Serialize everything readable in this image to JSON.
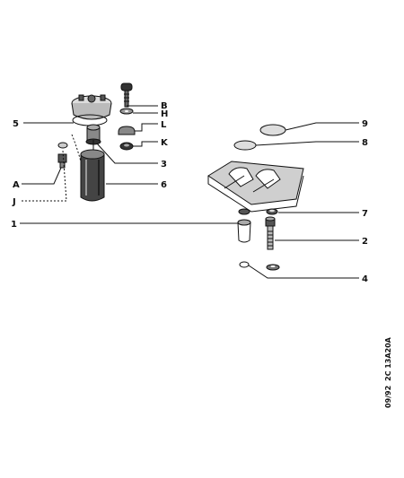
{
  "callouts": {
    "B": "B",
    "H": "H",
    "L": "L",
    "K": "K",
    "n3": "3",
    "n6": "6",
    "n5": "5",
    "A": "A",
    "J": "J",
    "n1": "1",
    "n9": "9",
    "n8": "8",
    "n7": "7",
    "n2": "2",
    "n4": "4"
  },
  "reference": {
    "date": "09/92",
    "code": "2C 13A20A"
  }
}
